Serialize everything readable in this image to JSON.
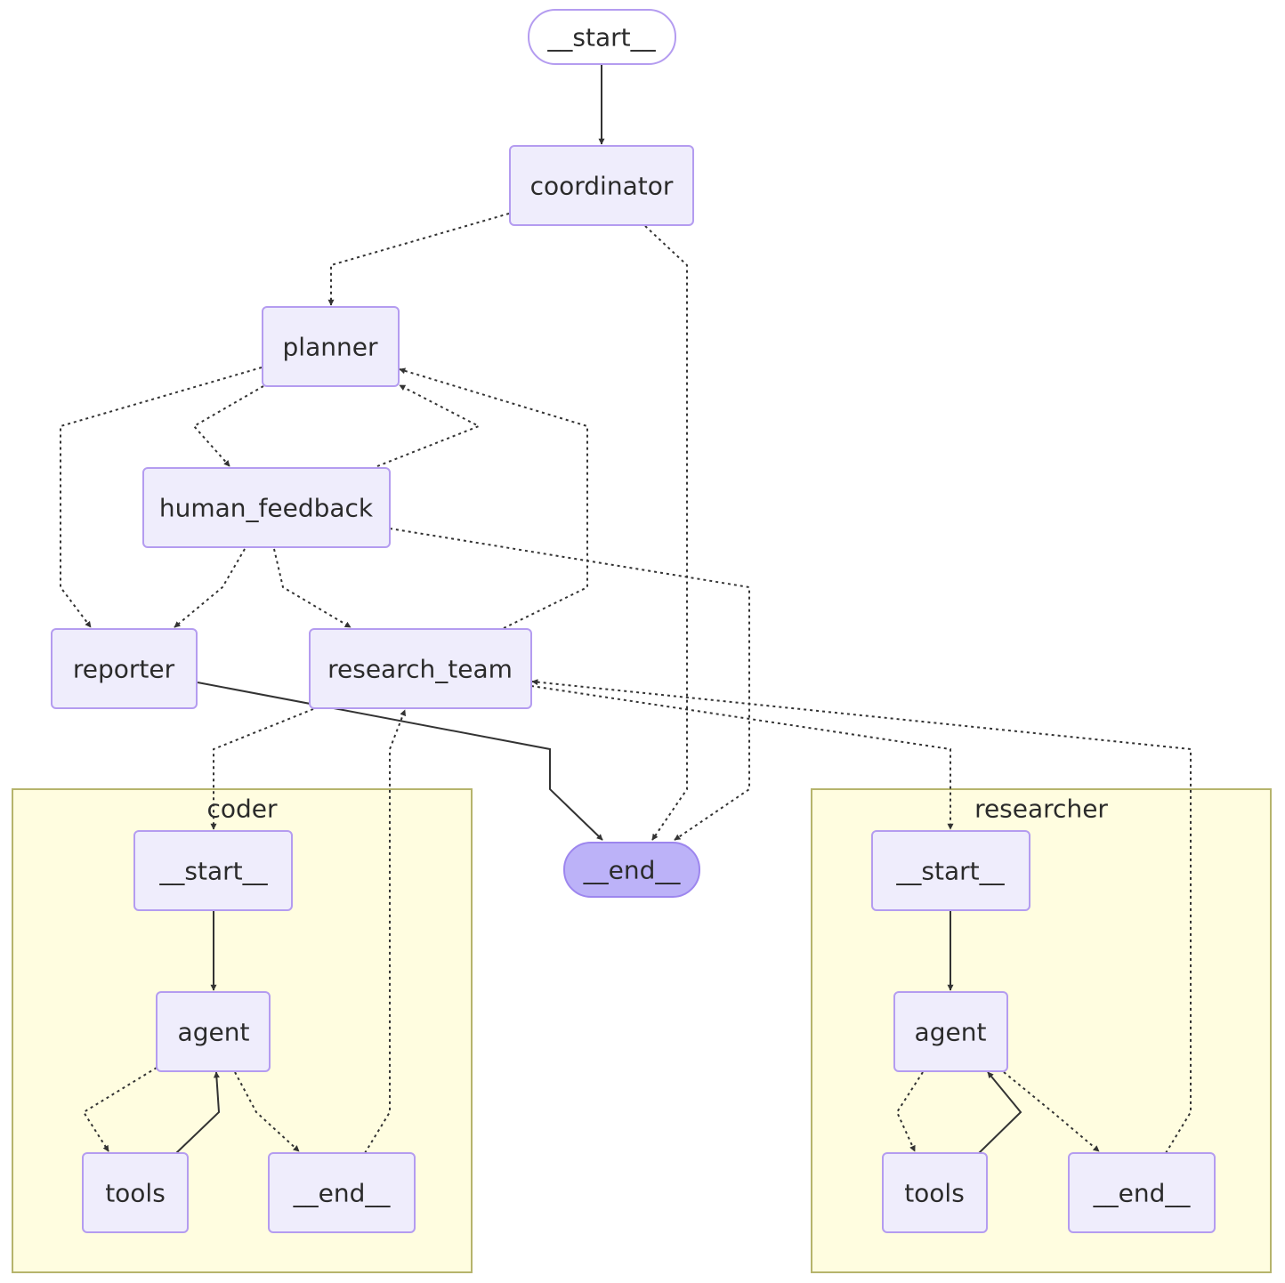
{
  "colors": {
    "node_fill": "#efedfc",
    "node_stroke": "#b49cf0",
    "end_fill": "#bcb2f8",
    "cluster_fill": "#fffde0",
    "cluster_stroke": "#b6b46c",
    "edge": "#333333"
  },
  "clusters": {
    "coder": {
      "label": "coder"
    },
    "researcher": {
      "label": "researcher"
    }
  },
  "nodes": {
    "start": "__start__",
    "coordinator": "coordinator",
    "planner": "planner",
    "human_feedback": "human_feedback",
    "reporter": "reporter",
    "research_team": "research_team",
    "end": "__end__",
    "coder_start": "__start__",
    "coder_agent": "agent",
    "coder_tools": "tools",
    "coder_end": "__end__",
    "researcher_start": "__start__",
    "researcher_agent": "agent",
    "researcher_tools": "tools",
    "researcher_end": "__end__"
  },
  "edges": [
    {
      "from": "__start__",
      "to": "coordinator",
      "style": "solid"
    },
    {
      "from": "coordinator",
      "to": "planner",
      "style": "dotted"
    },
    {
      "from": "coordinator",
      "to": "__end__",
      "style": "dotted"
    },
    {
      "from": "planner",
      "to": "reporter",
      "style": "dotted"
    },
    {
      "from": "planner",
      "to": "human_feedback",
      "style": "dotted"
    },
    {
      "from": "human_feedback",
      "to": "planner",
      "style": "dotted"
    },
    {
      "from": "human_feedback",
      "to": "reporter",
      "style": "dotted"
    },
    {
      "from": "human_feedback",
      "to": "research_team",
      "style": "dotted"
    },
    {
      "from": "human_feedback",
      "to": "__end__",
      "style": "dotted"
    },
    {
      "from": "research_team",
      "to": "planner",
      "style": "dotted"
    },
    {
      "from": "research_team",
      "to": "coder",
      "style": "dotted"
    },
    {
      "from": "research_team",
      "to": "researcher",
      "style": "dotted"
    },
    {
      "from": "reporter",
      "to": "__end__",
      "style": "solid"
    },
    {
      "from": "coder.__start__",
      "to": "coder.agent",
      "style": "solid"
    },
    {
      "from": "coder.agent",
      "to": "coder.tools",
      "style": "dotted"
    },
    {
      "from": "coder.tools",
      "to": "coder.agent",
      "style": "solid"
    },
    {
      "from": "coder.agent",
      "to": "coder.__end__",
      "style": "dotted"
    },
    {
      "from": "coder.__end__",
      "to": "research_team",
      "style": "dotted"
    },
    {
      "from": "researcher.__start__",
      "to": "researcher.agent",
      "style": "solid"
    },
    {
      "from": "researcher.agent",
      "to": "researcher.tools",
      "style": "dotted"
    },
    {
      "from": "researcher.tools",
      "to": "researcher.agent",
      "style": "solid"
    },
    {
      "from": "researcher.agent",
      "to": "researcher.__end__",
      "style": "dotted"
    },
    {
      "from": "researcher.__end__",
      "to": "research_team",
      "style": "dotted"
    }
  ]
}
